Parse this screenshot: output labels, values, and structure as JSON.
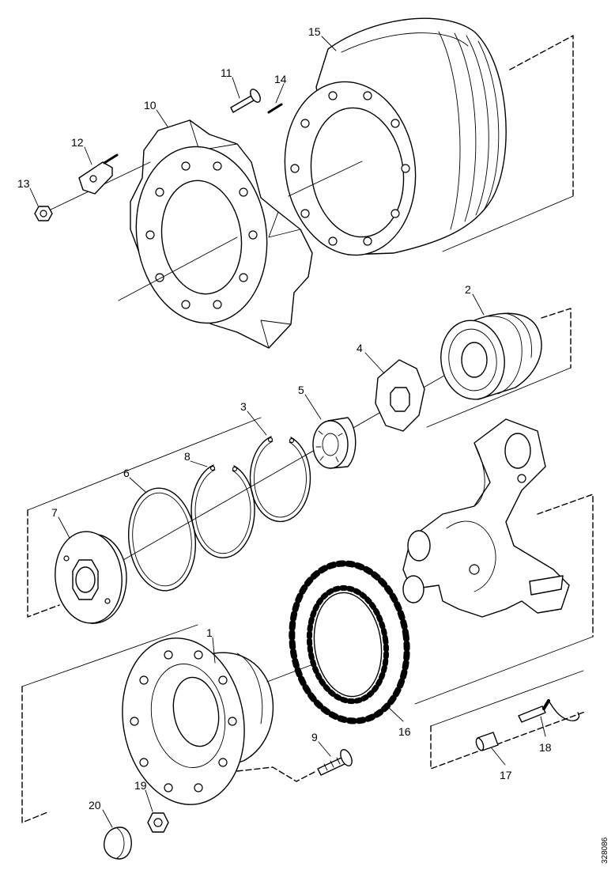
{
  "callouts": {
    "c1": "1",
    "c2": "2",
    "c3": "3",
    "c4": "4",
    "c5": "5",
    "c6": "6",
    "c7": "7",
    "c8": "8",
    "c9": "9",
    "c10": "10",
    "c11": "11",
    "c12": "12",
    "c13": "13",
    "c14": "14",
    "c15": "15",
    "c16": "16",
    "c17": "17",
    "c18": "18",
    "c19": "19",
    "c20": "20"
  },
  "drawing_number": "328086"
}
